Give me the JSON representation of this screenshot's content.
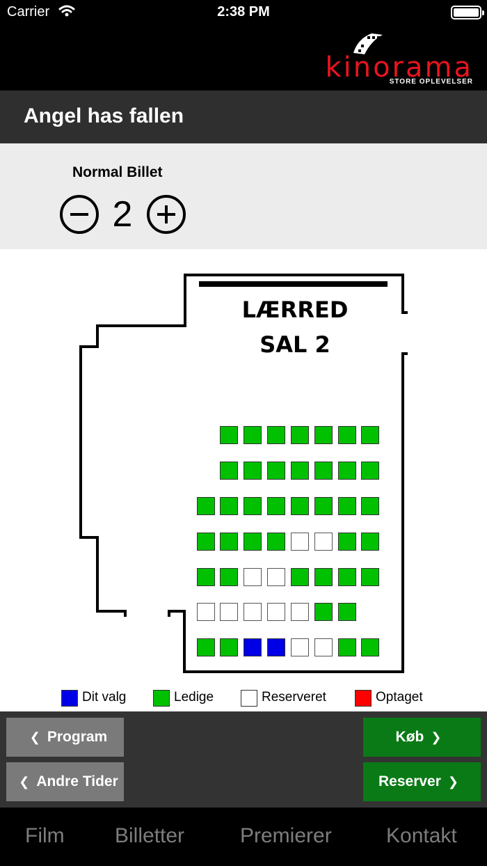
{
  "status_bar": {
    "carrier": "Carrier",
    "time": "2:38 PM"
  },
  "header": {
    "logo_text": "kinorama",
    "logo_tagline": "STORE OPLEVELSER"
  },
  "movie": {
    "title": "Angel has fallen"
  },
  "ticket": {
    "type_label": "Normal Billet",
    "quantity": "2"
  },
  "hall": {
    "screen_label": "LÆRRED",
    "hall_label": "SAL 2"
  },
  "seat_rows": [
    [
      "none",
      "none",
      "free",
      "free",
      "free",
      "free",
      "free",
      "free",
      "free"
    ],
    [
      "none",
      "none",
      "free",
      "free",
      "free",
      "free",
      "free",
      "free",
      "free"
    ],
    [
      "none",
      "free",
      "free",
      "free",
      "free",
      "free",
      "free",
      "free",
      "free"
    ],
    [
      "none",
      "free",
      "free",
      "free",
      "free",
      "reserved",
      "reserved",
      "free",
      "free"
    ],
    [
      "none",
      "free",
      "free",
      "reserved",
      "reserved",
      "free",
      "free",
      "free",
      "free"
    ],
    [
      "none",
      "reserved",
      "reserved",
      "reserved",
      "reserved",
      "reserved",
      "free",
      "free",
      "none"
    ],
    [
      "none",
      "free",
      "free",
      "selected",
      "selected",
      "reserved",
      "reserved",
      "free",
      "free"
    ]
  ],
  "legend": [
    {
      "label": "Dit valg",
      "color": "#0000e6"
    },
    {
      "label": "Ledige",
      "color": "#00c000"
    },
    {
      "label": "Reserveret",
      "color": "#ffffff"
    },
    {
      "label": "Optaget",
      "color": "#ff0000"
    }
  ],
  "actions": {
    "program": "Program",
    "andre_tider": "Andre Tider",
    "kob": "Køb",
    "reserver": "Reserver"
  },
  "tabs": [
    "Film",
    "Billetter",
    "Premierer",
    "Kontakt"
  ]
}
